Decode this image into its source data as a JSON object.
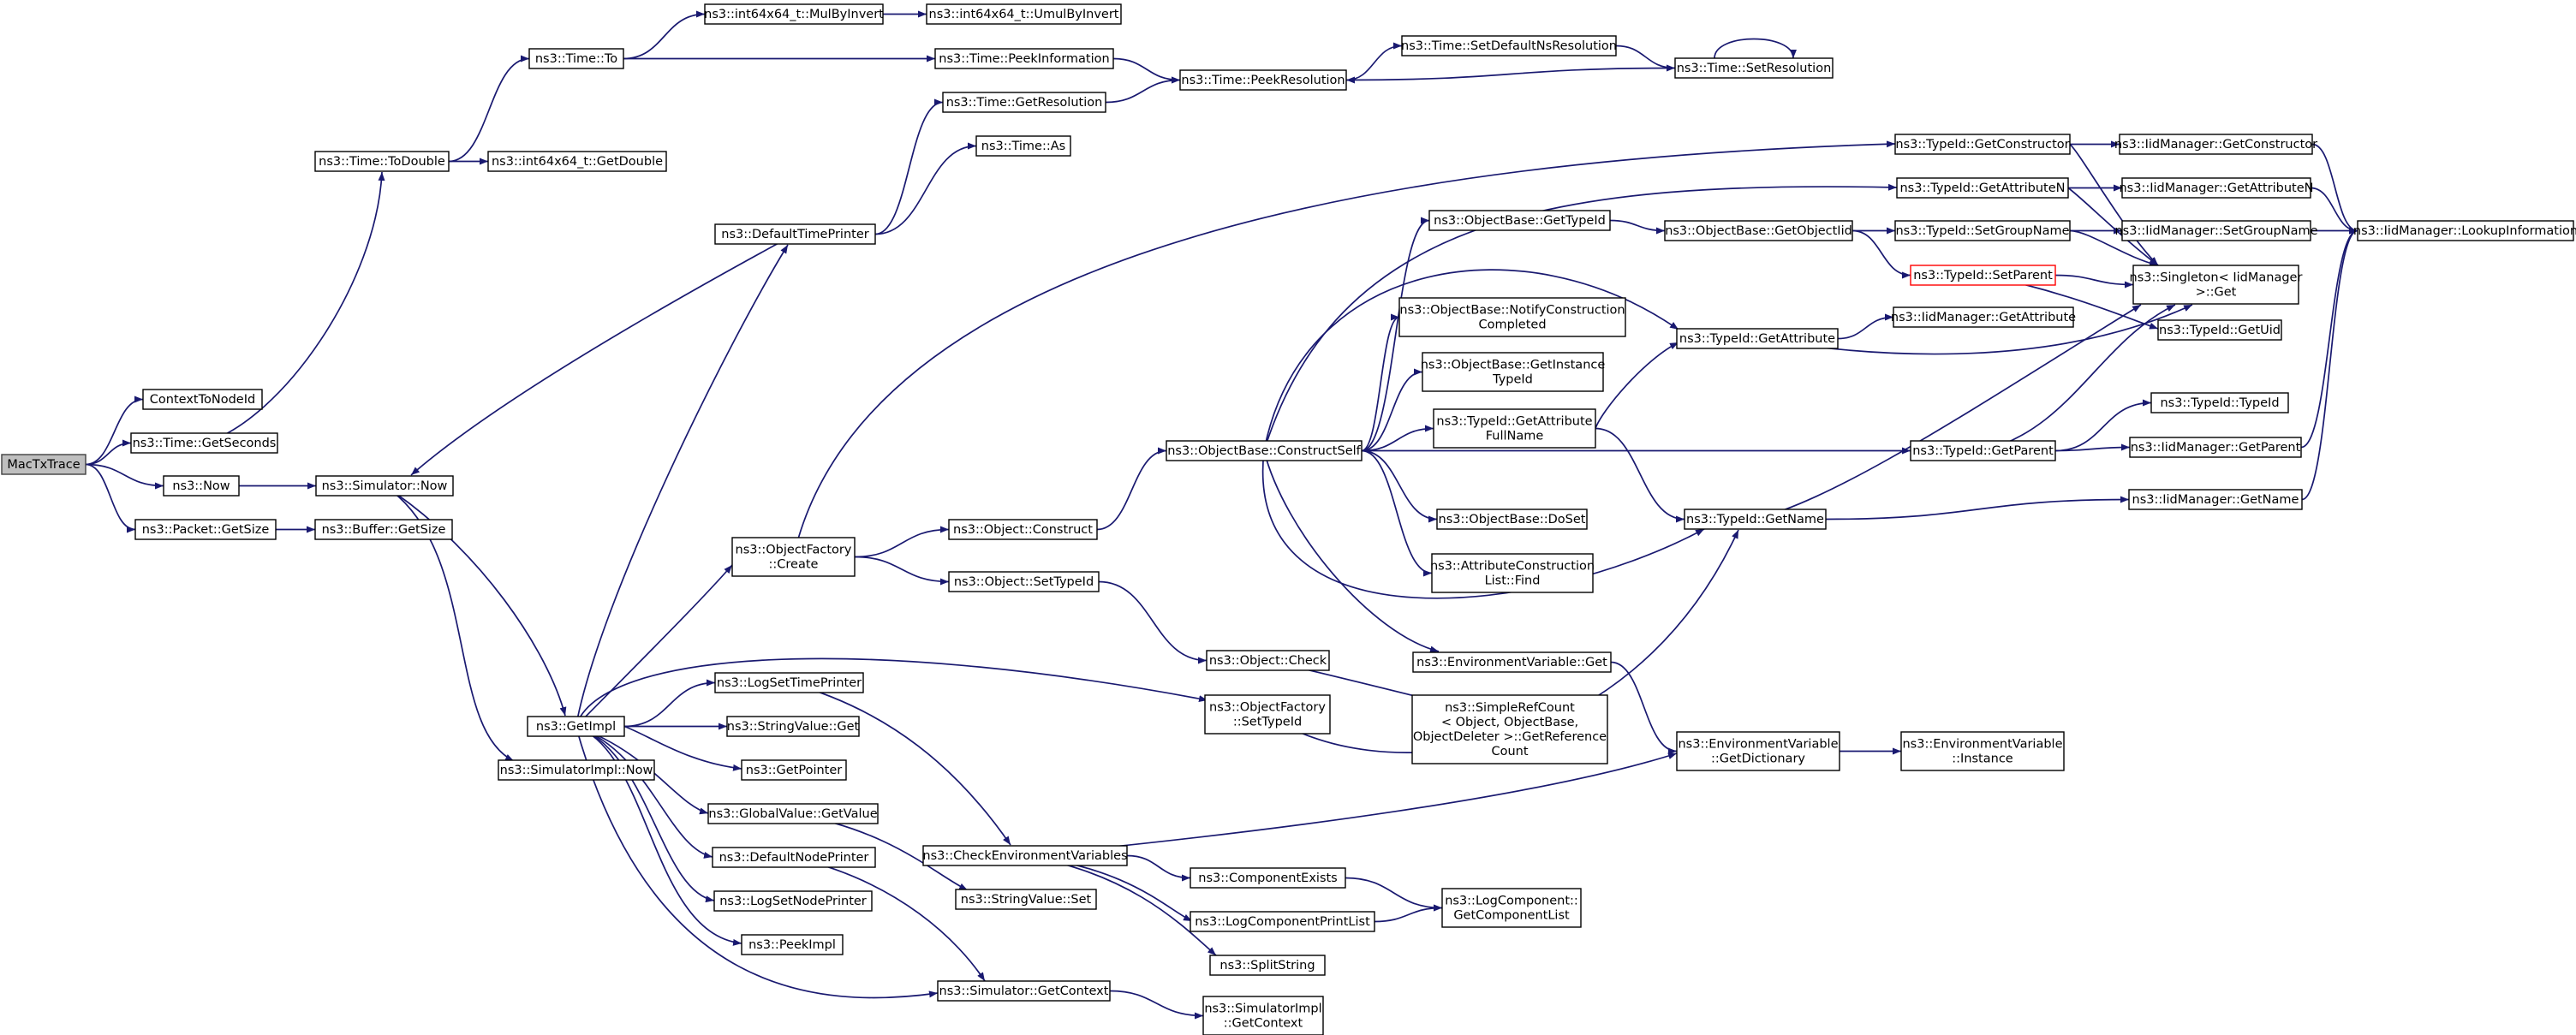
{
  "diagram": {
    "type": "call-graph",
    "colors": {
      "edge": "#191970",
      "node_border": "#000000",
      "root_fill": "#bfbfbf",
      "highlight_border": "#ff0000"
    },
    "nodes": [
      {
        "id": "mactxtrace",
        "lines": [
          "MacTxTrace"
        ],
        "style": "root"
      },
      {
        "id": "contexttonodeid",
        "lines": [
          "ContextToNodeId"
        ]
      },
      {
        "id": "time_getseconds",
        "lines": [
          "ns3::Time::GetSeconds"
        ]
      },
      {
        "id": "now",
        "lines": [
          "ns3::Now"
        ]
      },
      {
        "id": "packet_getsize",
        "lines": [
          "ns3::Packet::GetSize"
        ]
      },
      {
        "id": "time_todouble",
        "lines": [
          "ns3::Time::ToDouble"
        ]
      },
      {
        "id": "simulator_now",
        "lines": [
          "ns3::Simulator::Now"
        ]
      },
      {
        "id": "buffer_getsize",
        "lines": [
          "ns3::Buffer::GetSize"
        ]
      },
      {
        "id": "time_to",
        "lines": [
          "ns3::Time::To"
        ]
      },
      {
        "id": "int64_getdouble",
        "lines": [
          "ns3::int64x64_t::GetDouble"
        ]
      },
      {
        "id": "defaulttimeprinter",
        "lines": [
          "ns3::DefaultTimePrinter"
        ]
      },
      {
        "id": "getimpl",
        "lines": [
          "ns3::GetImpl"
        ]
      },
      {
        "id": "simimpl_now",
        "lines": [
          "ns3::SimulatorImpl::Now"
        ]
      },
      {
        "id": "int64_mulbyinvert",
        "lines": [
          "ns3::int64x64_t::MulByInvert"
        ]
      },
      {
        "id": "int64_umulbyinvert",
        "lines": [
          "ns3::int64x64_t::UmulByInvert"
        ]
      },
      {
        "id": "time_peekinformation",
        "lines": [
          "ns3::Time::PeekInformation"
        ]
      },
      {
        "id": "time_getresolution",
        "lines": [
          "ns3::Time::GetResolution"
        ]
      },
      {
        "id": "time_as",
        "lines": [
          "ns3::Time::As"
        ]
      },
      {
        "id": "time_peekresolution",
        "lines": [
          "ns3::Time::PeekResolution"
        ]
      },
      {
        "id": "time_setdefaultnsresolution",
        "lines": [
          "ns3::Time::SetDefaultNsResolution"
        ]
      },
      {
        "id": "time_setresolution",
        "lines": [
          "ns3::Time::SetResolution"
        ]
      },
      {
        "id": "objectfactory_create",
        "lines": [
          "ns3::ObjectFactory",
          "::Create"
        ]
      },
      {
        "id": "logsettimeprinter",
        "lines": [
          "ns3::LogSetTimePrinter"
        ]
      },
      {
        "id": "stringvalue_get",
        "lines": [
          "ns3::StringValue::Get"
        ]
      },
      {
        "id": "getpointer",
        "lines": [
          "ns3::GetPointer"
        ]
      },
      {
        "id": "globalvalue_getvalue",
        "lines": [
          "ns3::GlobalValue::GetValue"
        ]
      },
      {
        "id": "defaultnodeprinter",
        "lines": [
          "ns3::DefaultNodePrinter"
        ]
      },
      {
        "id": "logsetnodeprinter",
        "lines": [
          "ns3::LogSetNodePrinter"
        ]
      },
      {
        "id": "peekimpl",
        "lines": [
          "ns3::PeekImpl"
        ]
      },
      {
        "id": "object_construct",
        "lines": [
          "ns3::Object::Construct"
        ]
      },
      {
        "id": "object_settypeid",
        "lines": [
          "ns3::Object::SetTypeId"
        ]
      },
      {
        "id": "checkenvironmentvariables",
        "lines": [
          "ns3::CheckEnvironmentVariables"
        ]
      },
      {
        "id": "stringvalue_set",
        "lines": [
          "ns3::StringValue::Set"
        ]
      },
      {
        "id": "simulator_getcontext",
        "lines": [
          "ns3::Simulator::GetContext"
        ]
      },
      {
        "id": "objectbase_constructself",
        "lines": [
          "ns3::ObjectBase::ConstructSelf"
        ]
      },
      {
        "id": "object_check",
        "lines": [
          "ns3::Object::Check"
        ]
      },
      {
        "id": "objectfactory_settypeid",
        "lines": [
          "ns3::ObjectFactory",
          "::SetTypeId"
        ]
      },
      {
        "id": "componentexists",
        "lines": [
          "ns3::ComponentExists"
        ]
      },
      {
        "id": "logcomponentprintlist",
        "lines": [
          "ns3::LogComponentPrintList"
        ]
      },
      {
        "id": "splitstring",
        "lines": [
          "ns3::SplitString"
        ]
      },
      {
        "id": "simimpl_getcontext",
        "lines": [
          "ns3::SimulatorImpl",
          "::GetContext"
        ]
      },
      {
        "id": "objectbase_gettypeid",
        "lines": [
          "ns3::ObjectBase::GetTypeId"
        ]
      },
      {
        "id": "objectbase_notifyconstructioncompleted",
        "lines": [
          "ns3::ObjectBase::NotifyConstruction",
          "Completed"
        ]
      },
      {
        "id": "objectbase_getinstancetypeid",
        "lines": [
          "ns3::ObjectBase::GetInstance",
          "TypeId"
        ]
      },
      {
        "id": "typeid_getattributefullname",
        "lines": [
          "ns3::TypeId::GetAttribute",
          "FullName"
        ]
      },
      {
        "id": "objectbase_doset",
        "lines": [
          "ns3::ObjectBase::DoSet"
        ]
      },
      {
        "id": "attributeconstructionlist_find",
        "lines": [
          "ns3::AttributeConstruction",
          "List::Find"
        ]
      },
      {
        "id": "environmentvariable_get",
        "lines": [
          "ns3::EnvironmentVariable::Get"
        ]
      },
      {
        "id": "simplerefcount",
        "lines": [
          "ns3::SimpleRefCount",
          "< Object, ObjectBase,",
          "ObjectDeleter >::GetReference",
          "Count"
        ]
      },
      {
        "id": "logcomponent_getcomponentlist",
        "lines": [
          "ns3::LogComponent::",
          "GetComponentList"
        ]
      },
      {
        "id": "objectbase_getobjectiid",
        "lines": [
          "ns3::ObjectBase::GetObjectIid"
        ]
      },
      {
        "id": "typeid_getattribute",
        "lines": [
          "ns3::TypeId::GetAttribute"
        ]
      },
      {
        "id": "typeid_getname",
        "lines": [
          "ns3::TypeId::GetName"
        ]
      },
      {
        "id": "environmentvariable_getdictionary",
        "lines": [
          "ns3::EnvironmentVariable",
          "::GetDictionary"
        ]
      },
      {
        "id": "typeid_getconstructor",
        "lines": [
          "ns3::TypeId::GetConstructor"
        ]
      },
      {
        "id": "typeid_getattributen",
        "lines": [
          "ns3::TypeId::GetAttributeN"
        ]
      },
      {
        "id": "typeid_setgroupname",
        "lines": [
          "ns3::TypeId::SetGroupName"
        ]
      },
      {
        "id": "typeid_setparent",
        "lines": [
          "ns3::TypeId::SetParent"
        ],
        "style": "highlight"
      },
      {
        "id": "iidmanager_getattribute",
        "lines": [
          "ns3::IidManager::GetAttribute"
        ]
      },
      {
        "id": "typeid_getparent",
        "lines": [
          "ns3::TypeId::GetParent"
        ]
      },
      {
        "id": "environmentvariable_instance",
        "lines": [
          "ns3::EnvironmentVariable",
          "::Instance"
        ]
      },
      {
        "id": "iidmanager_getconstructor",
        "lines": [
          "ns3::IidManager::GetConstructor"
        ]
      },
      {
        "id": "iidmanager_getattributen",
        "lines": [
          "ns3::IidManager::GetAttributeN"
        ]
      },
      {
        "id": "iidmanager_setgroupname",
        "lines": [
          "ns3::IidManager::SetGroupName"
        ]
      },
      {
        "id": "singleton_get",
        "lines": [
          "ns3::Singleton< IidManager",
          " >::Get"
        ]
      },
      {
        "id": "typeid_getuid",
        "lines": [
          "ns3::TypeId::GetUid"
        ]
      },
      {
        "id": "typeid_typeid",
        "lines": [
          "ns3::TypeId::TypeId"
        ]
      },
      {
        "id": "iidmanager_getparent",
        "lines": [
          "ns3::IidManager::GetParent"
        ]
      },
      {
        "id": "iidmanager_getname",
        "lines": [
          "ns3::IidManager::GetName"
        ]
      },
      {
        "id": "iidmanager_lookupinformation",
        "lines": [
          "ns3::IidManager::LookupInformation"
        ]
      }
    ],
    "edges": [
      [
        "mactxtrace",
        "contexttonodeid"
      ],
      [
        "mactxtrace",
        "time_getseconds"
      ],
      [
        "mactxtrace",
        "now"
      ],
      [
        "mactxtrace",
        "packet_getsize"
      ],
      [
        "time_getseconds",
        "time_todouble"
      ],
      [
        "time_todouble",
        "time_to"
      ],
      [
        "time_todouble",
        "int64_getdouble"
      ],
      [
        "time_to",
        "int64_mulbyinvert"
      ],
      [
        "time_to",
        "time_peekinformation"
      ],
      [
        "int64_mulbyinvert",
        "int64_umulbyinvert"
      ],
      [
        "time_peekinformation",
        "time_peekresolution"
      ],
      [
        "time_getresolution",
        "time_peekresolution"
      ],
      [
        "time_peekresolution",
        "time_setdefaultnsresolution"
      ],
      [
        "time_setdefaultnsresolution",
        "time_setresolution"
      ],
      [
        "time_setresolution",
        "time_peekresolution"
      ],
      [
        "time_setresolution",
        "time_setresolution"
      ],
      [
        "now",
        "simulator_now"
      ],
      [
        "packet_getsize",
        "buffer_getsize"
      ],
      [
        "simulator_now",
        "getimpl"
      ],
      [
        "simulator_now",
        "simimpl_now"
      ],
      [
        "defaulttimeprinter",
        "simulator_now"
      ],
      [
        "defaulttimeprinter",
        "time_getresolution"
      ],
      [
        "defaulttimeprinter",
        "time_as"
      ],
      [
        "getimpl",
        "defaulttimeprinter"
      ],
      [
        "getimpl",
        "objectfactory_create"
      ],
      [
        "getimpl",
        "objectfactory_settypeid"
      ],
      [
        "getimpl",
        "logsettimeprinter"
      ],
      [
        "getimpl",
        "stringvalue_get"
      ],
      [
        "getimpl",
        "getpointer"
      ],
      [
        "getimpl",
        "globalvalue_getvalue"
      ],
      [
        "getimpl",
        "defaultnodeprinter"
      ],
      [
        "getimpl",
        "logsetnodeprinter"
      ],
      [
        "getimpl",
        "peekimpl"
      ],
      [
        "getimpl",
        "simulator_getcontext"
      ],
      [
        "objectfactory_create",
        "typeid_getconstructor"
      ],
      [
        "objectfactory_create",
        "object_construct"
      ],
      [
        "objectfactory_create",
        "object_settypeid"
      ],
      [
        "object_construct",
        "objectbase_constructself"
      ],
      [
        "object_settypeid",
        "object_check"
      ],
      [
        "object_check",
        "simplerefcount"
      ],
      [
        "logsettimeprinter",
        "checkenvironmentvariables"
      ],
      [
        "globalvalue_getvalue",
        "stringvalue_set"
      ],
      [
        "defaultnodeprinter",
        "simulator_getcontext"
      ],
      [
        "simulator_getcontext",
        "simimpl_getcontext"
      ],
      [
        "checkenvironmentvariables",
        "environmentvariable_getdictionary"
      ],
      [
        "checkenvironmentvariables",
        "componentexists"
      ],
      [
        "checkenvironmentvariables",
        "logcomponentprintlist"
      ],
      [
        "checkenvironmentvariables",
        "splitstring"
      ],
      [
        "componentexists",
        "logcomponent_getcomponentlist"
      ],
      [
        "logcomponentprintlist",
        "logcomponent_getcomponentlist"
      ],
      [
        "objectfactory_settypeid",
        "typeid_getname"
      ],
      [
        "objectbase_constructself",
        "objectbase_gettypeid"
      ],
      [
        "objectbase_constructself",
        "objectbase_notifyconstructioncompleted"
      ],
      [
        "objectbase_constructself",
        "objectbase_getinstancetypeid"
      ],
      [
        "objectbase_constructself",
        "typeid_getattributefullname"
      ],
      [
        "objectbase_constructself",
        "objectbase_doset"
      ],
      [
        "objectbase_constructself",
        "attributeconstructionlist_find"
      ],
      [
        "objectbase_constructself",
        "environmentvariable_get"
      ],
      [
        "objectbase_constructself",
        "typeid_getattribute"
      ],
      [
        "objectbase_constructself",
        "typeid_getattributen"
      ],
      [
        "objectbase_constructself",
        "typeid_getname"
      ],
      [
        "objectbase_constructself",
        "typeid_getparent"
      ],
      [
        "objectbase_gettypeid",
        "objectbase_getobjectiid"
      ],
      [
        "objectbase_getobjectiid",
        "typeid_setgroupname"
      ],
      [
        "objectbase_getobjectiid",
        "typeid_setparent"
      ],
      [
        "typeid_getattributefullname",
        "typeid_getattribute"
      ],
      [
        "typeid_getattributefullname",
        "typeid_getname"
      ],
      [
        "environmentvariable_get",
        "environmentvariable_getdictionary"
      ],
      [
        "environmentvariable_getdictionary",
        "environmentvariable_instance"
      ],
      [
        "typeid_getattribute",
        "iidmanager_getattribute"
      ],
      [
        "typeid_getattribute",
        "singleton_get"
      ],
      [
        "typeid_getname",
        "iidmanager_getname"
      ],
      [
        "typeid_getname",
        "singleton_get"
      ],
      [
        "typeid_getconstructor",
        "iidmanager_getconstructor"
      ],
      [
        "typeid_getconstructor",
        "singleton_get"
      ],
      [
        "typeid_getattributen",
        "iidmanager_getattributen"
      ],
      [
        "typeid_getattributen",
        "singleton_get"
      ],
      [
        "typeid_setgroupname",
        "iidmanager_setgroupname"
      ],
      [
        "typeid_setgroupname",
        "singleton_get"
      ],
      [
        "typeid_setparent",
        "singleton_get"
      ],
      [
        "typeid_setparent",
        "typeid_getuid"
      ],
      [
        "typeid_getparent",
        "typeid_typeid"
      ],
      [
        "typeid_getparent",
        "iidmanager_getparent"
      ],
      [
        "typeid_getparent",
        "singleton_get"
      ],
      [
        "iidmanager_getconstructor",
        "iidmanager_lookupinformation"
      ],
      [
        "iidmanager_getattributen",
        "iidmanager_lookupinformation"
      ],
      [
        "iidmanager_setgroupname",
        "iidmanager_lookupinformation"
      ],
      [
        "iidmanager_getparent",
        "iidmanager_lookupinformation"
      ],
      [
        "iidmanager_getname",
        "iidmanager_lookupinformation"
      ]
    ]
  }
}
